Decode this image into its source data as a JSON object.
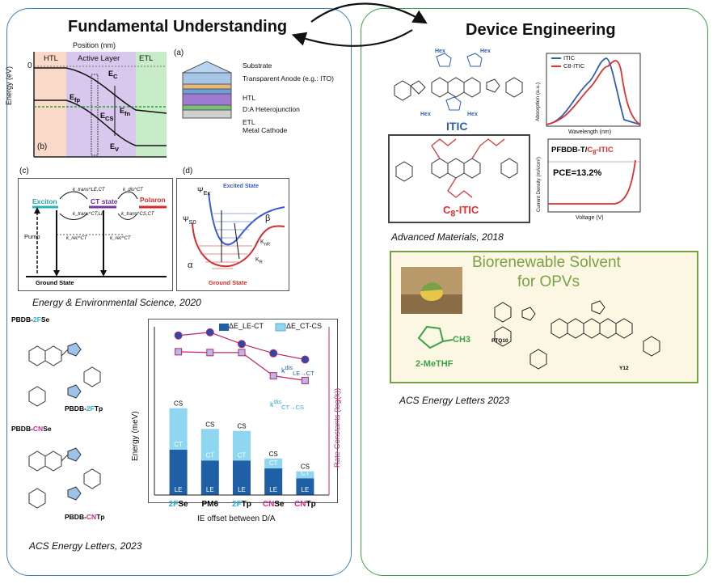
{
  "headings": {
    "left": "Fundamental Understanding",
    "right": "Device Engineering"
  },
  "panel_a": {
    "label": "(a)",
    "layers": [
      "Substrate",
      "Transparent Anode (e.g.: ITO)",
      "HTL",
      "D:A Heterojunction",
      "ETL",
      "Metal Cathode"
    ]
  },
  "panel_b": {
    "label": "(b)",
    "x_title": "Position (nm)",
    "y_title": "Energy (eV)",
    "zero": "0",
    "regions": [
      "HTL",
      "Active Layer",
      "ETL"
    ],
    "symbols": {
      "ec": "E",
      "ec_sub": "C",
      "efp": "E",
      "efp_sub": "fp",
      "efn": "E",
      "efn_sub": "fn",
      "ecs": "E",
      "ecs_sub": "CS",
      "ev": "E",
      "ev_sub": "V"
    }
  },
  "panel_c": {
    "label": "(c)",
    "exciton": "Exciton",
    "ct_state": "CT state",
    "polaron": "Polaron",
    "pump": "Pump",
    "ground": "Ground State",
    "rates": [
      "k_trans^LE,CT",
      "k_trans^CT,LE",
      "k_dis^CT",
      "k_trans^CS,CT",
      "k_rec^CT",
      "k_rec^CT"
    ]
  },
  "panel_d": {
    "label": "(d)",
    "excited": "Excited State",
    "ground": "Ground State",
    "psi_ex": "Ψ",
    "psi_ex_sub": "Ex",
    "psi_s0": "Ψ",
    "psi_s0_sub": "S0",
    "alpha": "α",
    "beta": "β",
    "k_nr": "K",
    "k_nr_sub": "nR",
    "k_r": "K",
    "k_r_sub": "R"
  },
  "citations": {
    "ees": "Energy & Environmental Science, 2020",
    "acs_left": "ACS Energy Letters, 2023",
    "adv": "Advanced Materials, 2018",
    "acs_right": "ACS Energy Letters 2023"
  },
  "polymers": {
    "p1_a": "PBDB-",
    "p1_b": "2F",
    "p1_c": "Se",
    "p2_a": "PBDB-",
    "p2_b": "2F",
    "p2_c": "Tp",
    "p3_a": "PBDB-",
    "p3_b": "CN",
    "p3_c": "Se",
    "p4_a": "PBDB-",
    "p4_b": "CN",
    "p4_c": "Tp"
  },
  "itic": {
    "name": "ITIC",
    "c8_name": "C",
    "c8_sub": "8",
    "c8_rest": "-ITIC",
    "hex": "Hex"
  },
  "absorption_chart": {
    "ylabel": "Absorption (a.u.)",
    "xlabel": "Wavelength (nm)",
    "legend": [
      "ITIC",
      "C8-ITIC"
    ]
  },
  "jv_chart": {
    "title_a": "PFBDB-T/",
    "title_b": "C",
    "title_sub": "8",
    "title_c": "-ITIC",
    "pce": "PCE=13.2%",
    "ylabel": "Current Density (mA/cm²)",
    "xlabel": "Voltage (V)"
  },
  "biorenewable": {
    "title_1": "Biorenewable Solvent",
    "title_2": "for OPVs",
    "solvent": "2-MeTHF",
    "ch3": "CH3",
    "ptq10": "PTQ10",
    "y12": "Y12"
  },
  "colors": {
    "blue_border": "#3b82c4",
    "green_border": "#3aa34a",
    "le_ct": "#1f5fa5",
    "ct_cs": "#8fd6f0",
    "rate_line": "#c0276b",
    "itic_blue": "#2f5fb3",
    "c8_red": "#e03030"
  },
  "chart_data": {
    "type": "bar",
    "categories": [
      "2FSe",
      "PM6",
      "2FTp",
      "CNSe",
      "CNTp"
    ],
    "series": [
      {
        "name": "ΔE_LE-CT",
        "values": [
          0.46,
          0.35,
          0.35,
          0.27,
          0.17
        ]
      },
      {
        "name": "ΔE_CT-CS",
        "values": [
          0.42,
          0.32,
          0.3,
          0.1,
          0.07
        ]
      }
    ],
    "rate_series": [
      {
        "name": "k_dis LE→CT",
        "values": [
          0.93,
          0.97,
          0.82,
          0.7,
          0.62
        ]
      },
      {
        "name": "k_dis CT→CS",
        "values": [
          0.72,
          0.71,
          0.71,
          0.41,
          0.35
        ]
      }
    ],
    "legend": [
      "ΔE_LE-CT",
      "ΔE_CT-CS"
    ],
    "xlabel": "IE offset between D/A",
    "ylabel": "Energy (meV)",
    "y2label": "Rate Constants (log(k))",
    "level_labels": [
      "CS",
      "CT",
      "LE"
    ],
    "ylim": [
      0,
      1
    ],
    "ann_le_ct": "k",
    "ann_le_ct_sup": "dis",
    "ann_le_ct_sub": "LE→CT",
    "ann_ct_cs": "k",
    "ann_ct_cs_sup": "dis",
    "ann_ct_cs_sub": "CT→CS"
  }
}
